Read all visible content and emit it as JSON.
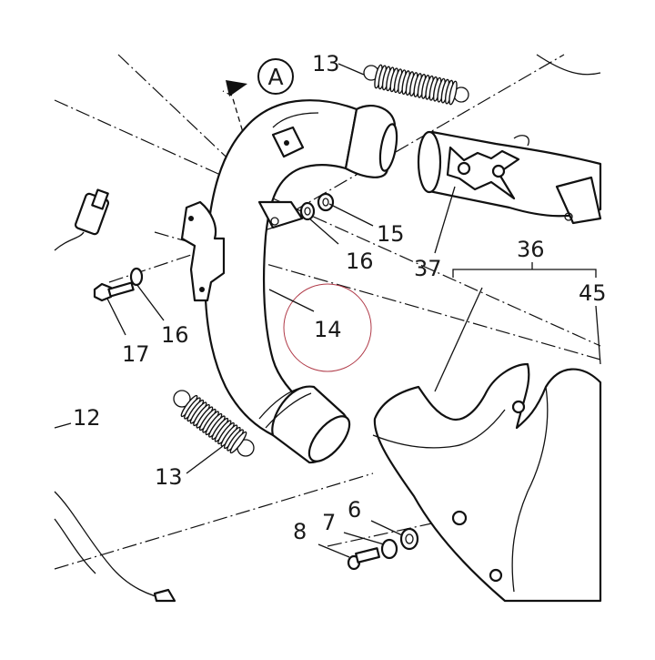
{
  "view_marker": {
    "letter": "A"
  },
  "callouts": {
    "c13_top": "13",
    "c13_bottom": "13",
    "c14": "14",
    "c15": "15",
    "c16_right": "16",
    "c16_left": "16",
    "c17": "17",
    "c12": "12",
    "c37": "37",
    "c36": "36",
    "c45": "45",
    "c6": "6",
    "c7": "7",
    "c8": "8"
  },
  "colors": {
    "line": "#111111",
    "highlight_circle": "#b03a48",
    "background": "#ffffff"
  }
}
